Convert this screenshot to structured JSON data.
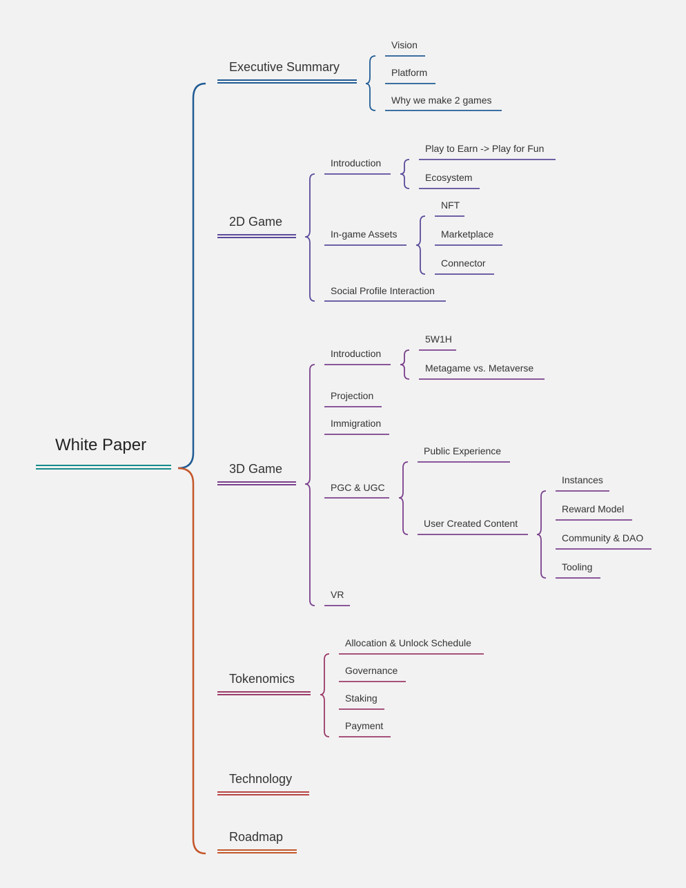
{
  "root": {
    "label": "White Paper",
    "color": "#138a8a"
  },
  "branches": {
    "executive_summary": {
      "label": "Executive Summary",
      "color": "#1f5b94",
      "children": [
        "Vision",
        "Platform",
        "Why we make 2 games"
      ]
    },
    "game_2d": {
      "label": "2D Game",
      "color": "#5b4a9a",
      "introduction": {
        "label": "Introduction",
        "children": [
          "Play to Earn -> Play for Fun",
          "Ecosystem"
        ]
      },
      "assets": {
        "label": "In-game Assets",
        "children": [
          "NFT",
          "Marketplace",
          "Connector"
        ]
      },
      "social": "Social Profile Interaction"
    },
    "game_3d": {
      "label": "3D Game",
      "color": "#7a3f8c",
      "introduction": {
        "label": "Introduction",
        "children": [
          "5W1H",
          "Metagame vs. Metaverse"
        ]
      },
      "projection": "Projection",
      "immigration": "Immigration",
      "pgc_ugc": {
        "label": "PGC & UGC",
        "public_experience": "Public Experience",
        "ugc": {
          "label": "User Created Content",
          "children": [
            "Instances",
            "Reward Model",
            "Community & DAO",
            "Tooling"
          ]
        }
      },
      "vr": "VR"
    },
    "tokenomics": {
      "label": "Tokenomics",
      "color": "#9a3a68",
      "children": [
        "Allocation & Unlock Schedule",
        "Governance",
        "Staking",
        "Payment"
      ]
    },
    "technology": {
      "label": "Technology",
      "color": "#b84444"
    },
    "roadmap": {
      "label": "Roadmap",
      "color": "#c4562a"
    }
  },
  "connector_colors": {
    "upper": "#1f5b94",
    "lower": "#c4562a"
  }
}
